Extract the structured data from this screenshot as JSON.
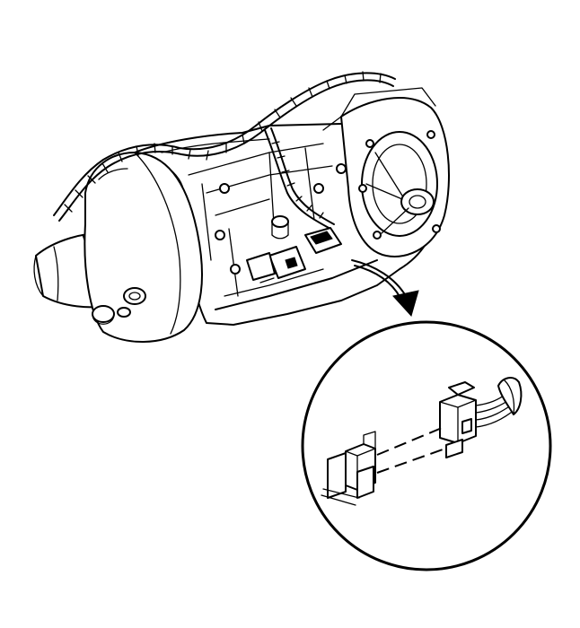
{
  "diagram": {
    "subject": "transmission-assembly-with-connector-detail",
    "colors": {
      "line": "#000000",
      "background": "#ffffff"
    },
    "components": [
      "transmission-case",
      "torque-converter-housing",
      "wiring-harness",
      "electrical-connector-location",
      "detail-callout-arrow",
      "detail-circle",
      "harness-connector-half",
      "case-connector-half"
    ]
  }
}
